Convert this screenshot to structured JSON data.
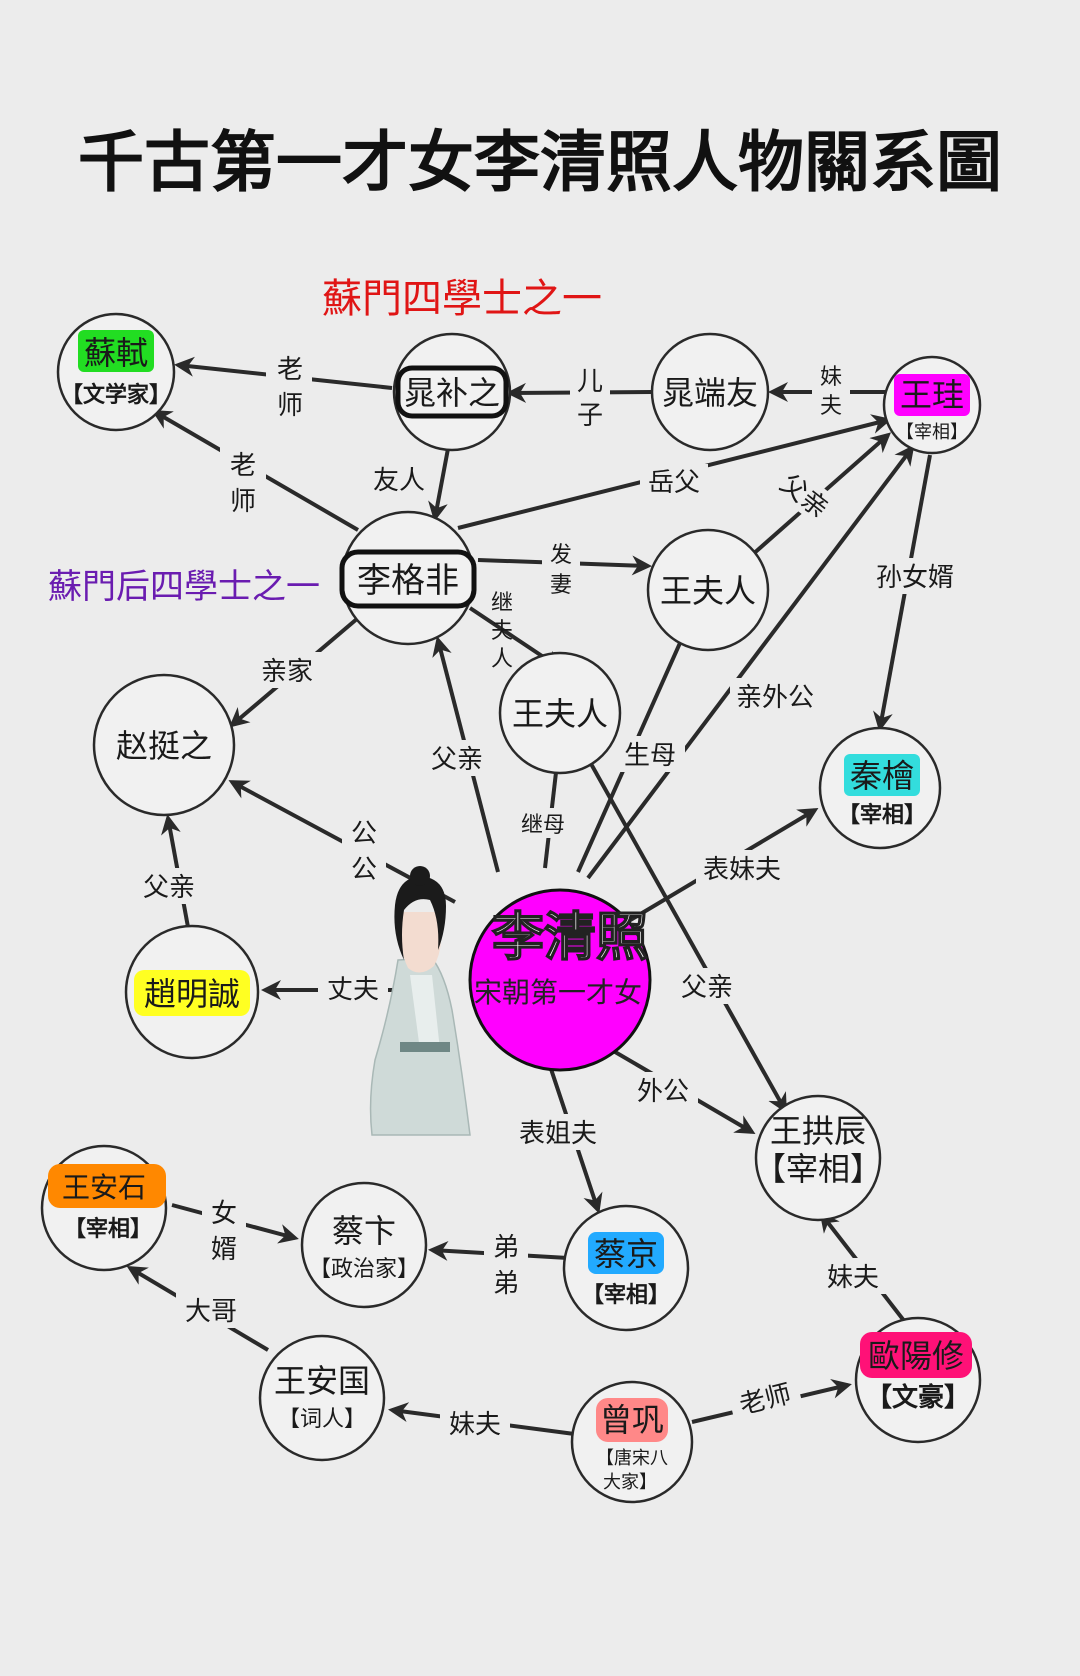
{
  "title": "千古第一才女李清照人物關系圖",
  "notes": {
    "sumen_si": "蘇門四學士之一",
    "sumen_hou": "蘇門后四學士之一"
  },
  "colors": {
    "su_shi": "#22dd22",
    "wang_gui": "#ff00ff",
    "li_qingzhao": "#ff00ff",
    "zhao_mingcheng": "#ffff22",
    "qin_hui": "#33dddd",
    "wang_anshi": "#ff8800",
    "cai_jing": "#22aaff",
    "zeng_gong": "#ff8888",
    "ouyang_xiu": "#ff1177"
  },
  "center": {
    "name": "李清照",
    "subtitle": "宋朝第一才女"
  },
  "nodes": {
    "su_shi": {
      "name": "蘇軾",
      "sub": "【文学家】"
    },
    "chao_buzhi": {
      "name": "晁补之"
    },
    "chao_duanyou": {
      "name": "晁端友"
    },
    "wang_gui": {
      "name": "王珪",
      "sub": "【宰相】"
    },
    "li_gefei": {
      "name": "李格非"
    },
    "wang_furen_1": {
      "name": "王夫人"
    },
    "wang_furen_2": {
      "name": "王夫人"
    },
    "zhao_tingzhi": {
      "name": "赵挺之"
    },
    "qin_hui": {
      "name": "秦檜",
      "sub": "【宰相】"
    },
    "zhao_mingcheng": {
      "name": "趙明誠"
    },
    "wang_gongchen": {
      "name": "王拱辰",
      "sub": "【宰相】"
    },
    "wang_anshi": {
      "name": "王安石",
      "sub": "【宰相】"
    },
    "cai_bian": {
      "name": "蔡卞",
      "sub": "【政治家】"
    },
    "cai_jing": {
      "name": "蔡京",
      "sub": "【宰相】"
    },
    "ouyang_xiu": {
      "name": "歐陽修",
      "sub": "【文豪】"
    },
    "wang_anguo": {
      "name": "王安国",
      "sub": "【词人】"
    },
    "zeng_gong": {
      "name": "曾巩",
      "sub1": "【唐宋八",
      "sub2": "大家】"
    }
  },
  "relations": {
    "laoshi_1a": "老",
    "laoshi_1b": "师",
    "laoshi_2a": "老",
    "laoshi_2b": "师",
    "erzi_a": "儿",
    "erzi_b": "子",
    "meifu_1a": "妹",
    "meifu_1b": "夫",
    "youren": "友人",
    "yuefu": "岳父",
    "fuqin_1": "父亲",
    "fazi_a": "发",
    "fazi_b": "妻",
    "sunnvxu": "孙女婿",
    "jifuren_a": "继",
    "jifuren_b": "夫",
    "jifuren_c": "人",
    "qinjia": "亲家",
    "qinwaigong": "亲外公",
    "fuqin_2": "父亲",
    "shengmu": "生母",
    "jimu": "继母",
    "gonggong_a": "公",
    "gonggong_b": "公",
    "biaomeifu": "表妹夫",
    "fuqin_3": "父亲",
    "zhangfu": "丈夫",
    "fuqin_4": "父亲",
    "waigong": "外公",
    "biaojiefu": "表姐夫",
    "nvxu_a": "女",
    "nvxu_b": "婿",
    "didi_a": "弟",
    "didi_b": "弟",
    "meifu_2": "妹夫",
    "dage": "大哥",
    "meifu_3": "妹夫",
    "laoshi_3": "老师"
  }
}
